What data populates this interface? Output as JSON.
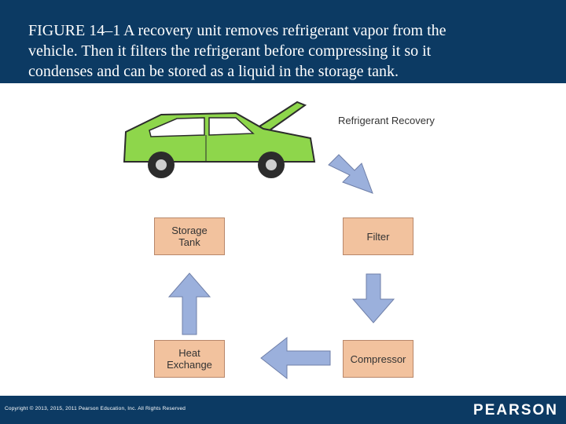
{
  "caption": {
    "text": "FIGURE 14–1  A recovery unit removes refrigerant vapor from the\nvehicle. Then it filters the refrigerant before compressing it so it\ncondenses and can be stored as a liquid in the storage tank."
  },
  "diagram": {
    "title": "Refrigerant Recovery",
    "vehicle_icon": "car-icon",
    "boxes": {
      "storage_tank": "Storage\nTank",
      "filter": "Filter",
      "compressor": "Compressor",
      "heat_exchange": "Heat\nExchange"
    },
    "colors": {
      "box_fill": "#f2c29e",
      "arrow_fill": "#9bb0dc",
      "car_body": "#8ed64b"
    }
  },
  "footer": {
    "copyright": "Copyright © 2013, 2015, 2011 Pearson Education, Inc. All Rights Reserved",
    "brand": "PEARSON"
  },
  "colors": {
    "header_background": "#0c3a63"
  }
}
